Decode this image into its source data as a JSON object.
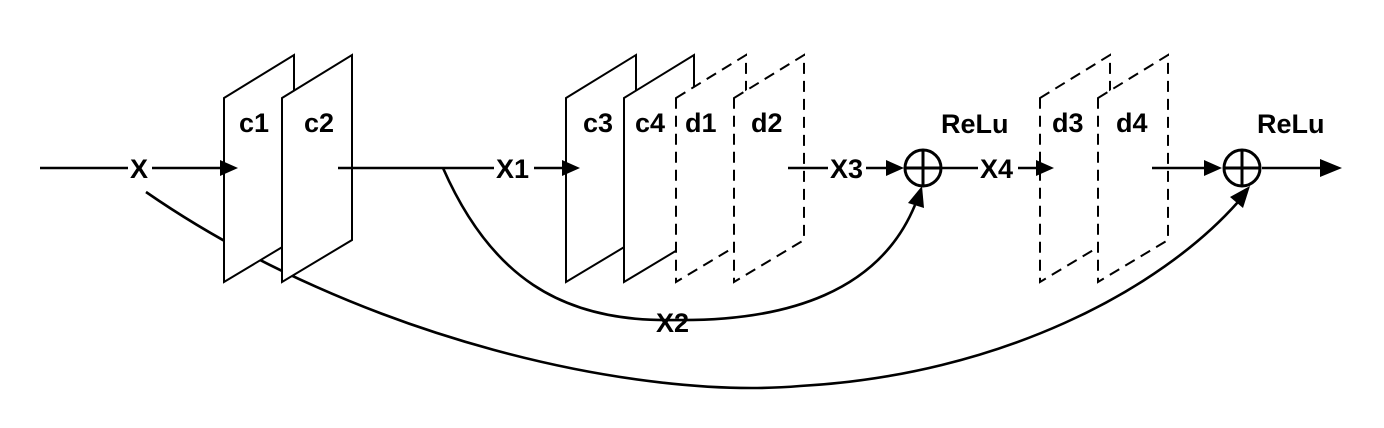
{
  "diagram": {
    "layers": {
      "c1": "c1",
      "c2": "c2",
      "c3": "c3",
      "c4": "c4",
      "d1": "d1",
      "d2": "d2",
      "d3": "d3",
      "d4": "d4"
    },
    "signals": {
      "x": "X",
      "x1": "X1",
      "x2": "X2",
      "x3": "X3",
      "x4": "X4"
    },
    "activations": {
      "relu_1": "ReLu",
      "relu_2": "ReLu"
    }
  }
}
